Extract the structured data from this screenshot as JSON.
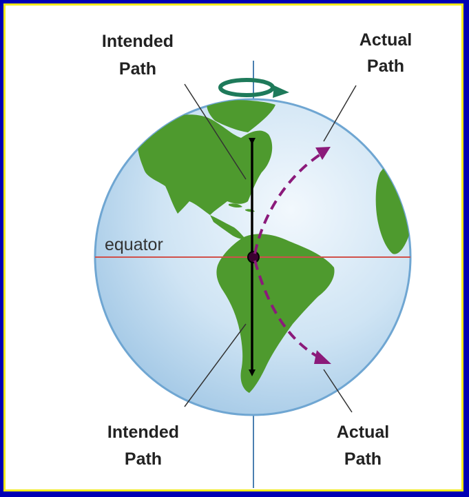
{
  "labels": {
    "top_left_line1": "Intended",
    "top_left_line2": "Path",
    "top_right_line1": "Actual",
    "top_right_line2": "Path",
    "bottom_left_line1": "Intended",
    "bottom_left_line2": "Path",
    "bottom_right_line1": "Actual",
    "bottom_right_line2": "Path",
    "equator": "equator"
  },
  "colors": {
    "background": "#0000b4",
    "border": "#f2ea1a",
    "ocean": "#c9e2f4",
    "land": "#4e9a2e",
    "equator_line": "#d0504a",
    "actual_path": "#8b1a7a",
    "rotation_arrow": "#1e7a5a"
  }
}
